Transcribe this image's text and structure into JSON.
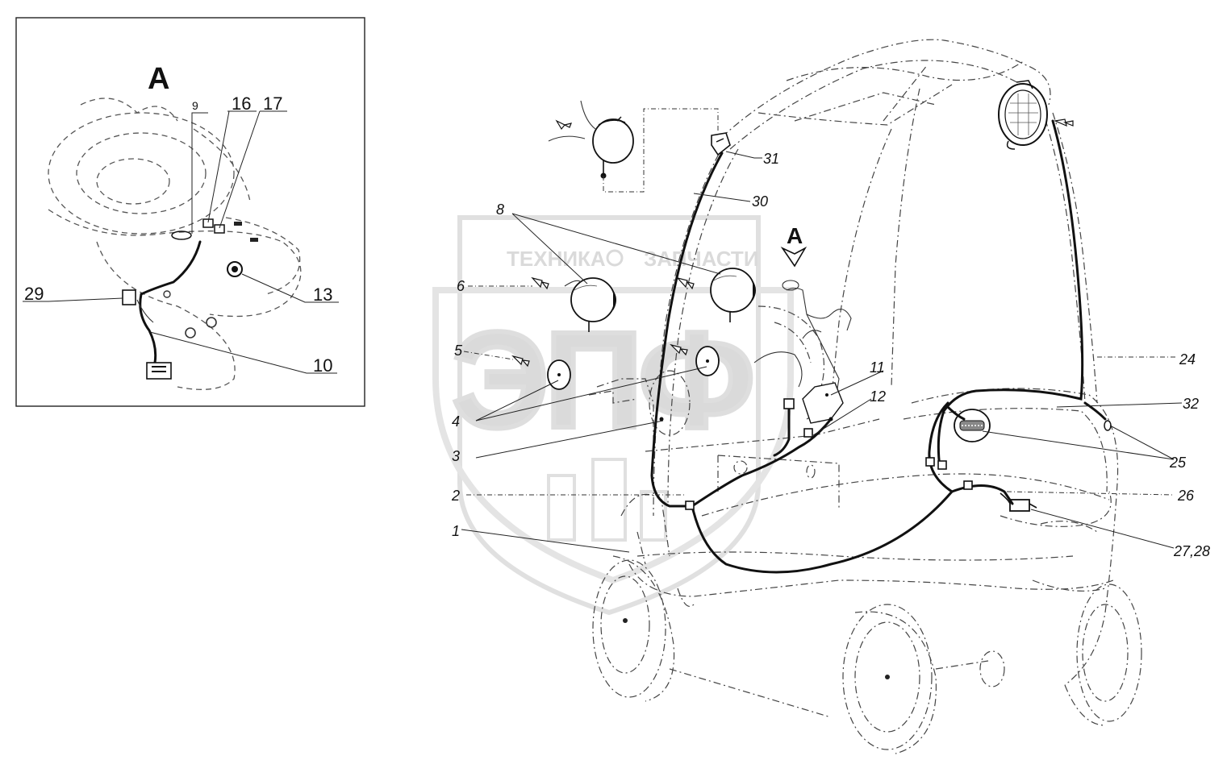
{
  "inset": {
    "view_letter": "A",
    "callouts": [
      "9",
      "16",
      "17",
      "29",
      "13",
      "10"
    ]
  },
  "main": {
    "view_marker": "A",
    "callouts": [
      "8",
      "6",
      "5",
      "4",
      "3",
      "2",
      "1",
      "31",
      "30",
      "11",
      "12",
      "24",
      "32",
      "25",
      "26",
      "27,28"
    ]
  },
  "watermark": {
    "line1": "ТЕХНИКА",
    "line2": "ЗАПЧАСТИ",
    "logo": "ЭПФ"
  },
  "colors": {
    "ink": "#111111",
    "watermark": "#bcbcbc"
  }
}
